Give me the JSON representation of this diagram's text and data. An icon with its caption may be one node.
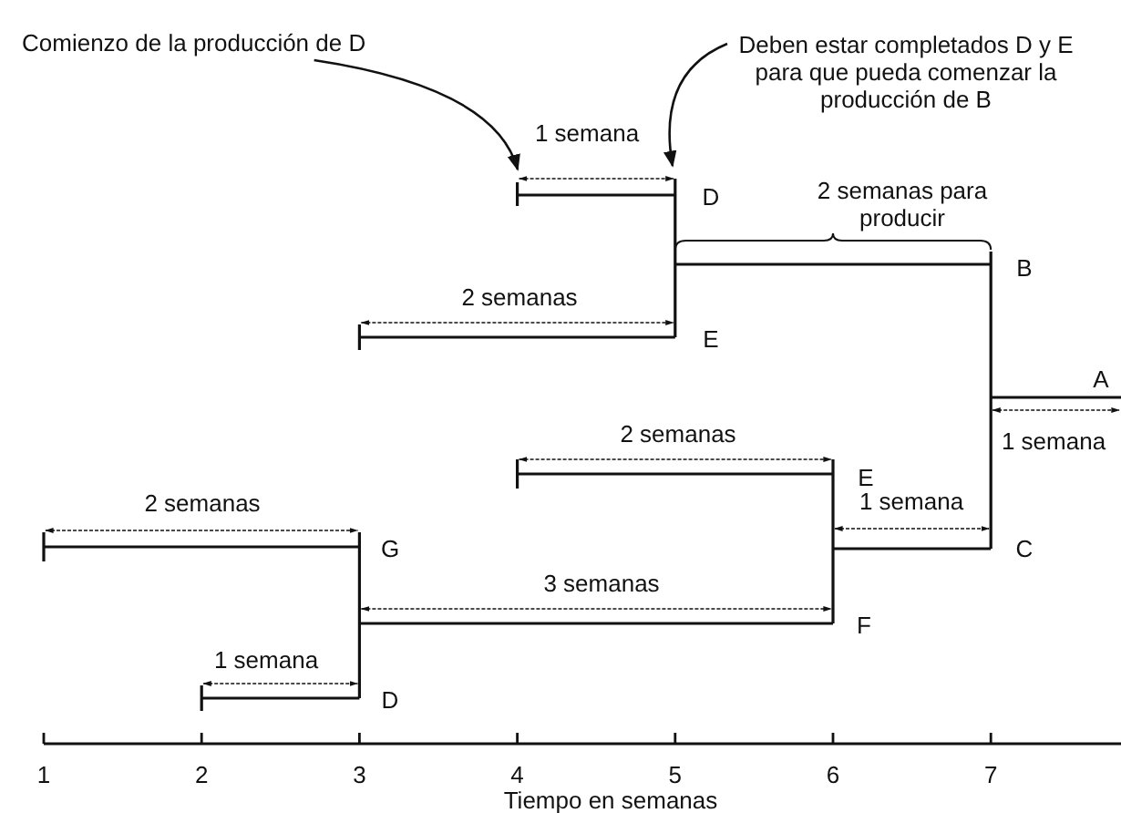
{
  "diagram": {
    "nodes": [
      {
        "text": [
          "Comienzo de la producción de D"
        ]
      },
      {
        "text": [
          "Deben estar completados D y E para que pueda comenzar la producción de B"
        ]
      }
    ],
    "edges": [
      {
        "from": 0,
        "to": null,
        "arrow": "to"
      },
      {
        "from": 1,
        "to": null,
        "arrow": "to"
      }
    ],
    "labels": [
      "1 semana",
      "D",
      "2 semanas para producir",
      "B",
      "2 semanas",
      "E",
      "A",
      "2 semanas",
      "1 semana",
      "E",
      "2 semanas",
      "1 semana",
      "G",
      "C",
      "3 semanas",
      "F",
      "1 semana",
      "D",
      "1",
      "2",
      "3",
      "4",
      "5",
      "6",
      "7",
      "Tiempo en semanas"
    ]
  }
}
